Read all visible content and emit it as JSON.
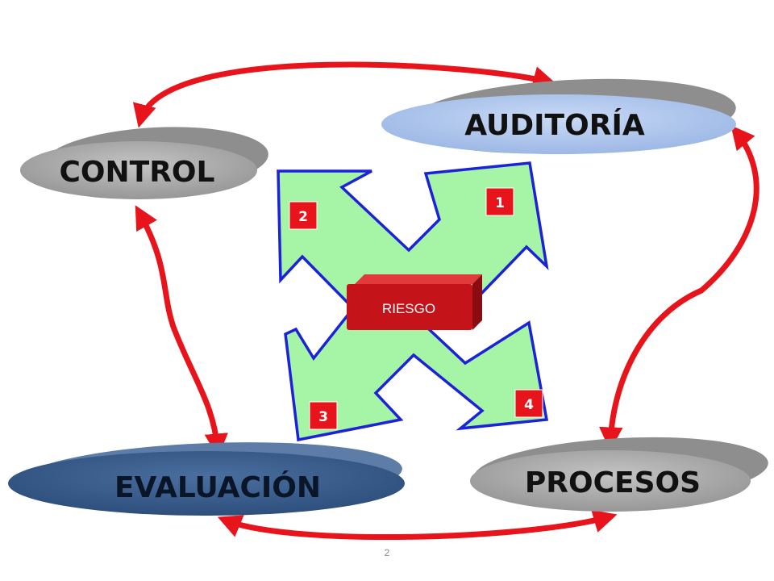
{
  "nodes": {
    "auditoria": {
      "label": "AUDITORÍA"
    },
    "control": {
      "label": "CONTROL"
    },
    "evaluacion": {
      "label": "EVALUACIÓN"
    },
    "procesos": {
      "label": "PROCESOS"
    }
  },
  "center": {
    "label": "RIESGO"
  },
  "quadrant_numbers": [
    "1",
    "2",
    "3",
    "4"
  ],
  "page_number": "2",
  "colors": {
    "connector": "#e8141c",
    "cross_fill": "#a6f5a6",
    "cross_stroke": "#1c22d8",
    "badge": "#e8141c",
    "riesgo": "#c4141a",
    "auditoria": "#b7cdef",
    "gray_node": "#a3a3a3",
    "evaluacion": "#3a5f8f"
  }
}
